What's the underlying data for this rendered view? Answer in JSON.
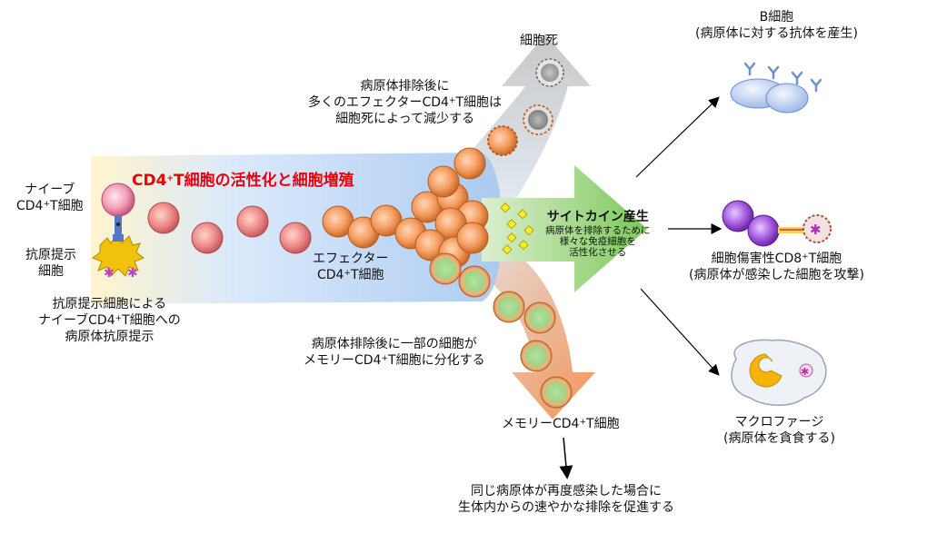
{
  "title": {
    "pre": "CD4",
    "sup": "+",
    "post": "T細胞の活性化と細胞増殖"
  },
  "naive": {
    "line1": "ナイーブ",
    "pre": "CD4",
    "sup": "+",
    "post": "T細胞"
  },
  "apc": {
    "line1": "抗原提示",
    "line2": "細胞"
  },
  "apc_note": {
    "line1": "抗原提示細胞による",
    "line2_pre": "ナイーブCD4",
    "sup": "+",
    "line2_post": "T細胞への",
    "line3": "病原体抗原提示"
  },
  "death_label": "細胞死",
  "death_note": {
    "line1": "病原体排除後に",
    "line2_pre": "多くのエフェクターCD4",
    "sup": "+",
    "line2_post": "T細胞は",
    "line3": "細胞死によって減少する"
  },
  "effector": {
    "line1": "エフェクター",
    "pre": "CD4",
    "sup": "+",
    "post": "T細胞"
  },
  "memory_note": {
    "line1": "病原体排除後に一部の細胞が",
    "line2_pre": "メモリーCD4",
    "sup": "+",
    "line2_post": "T細胞に分化する"
  },
  "memory_label": {
    "pre": "メモリーCD4",
    "sup": "+",
    "post": "T細胞"
  },
  "memory_outcome": {
    "line1": "同じ病原体が再度感染した場合に",
    "line2": "生体内からの速やかな排除を促進する"
  },
  "cytokine": {
    "title": "サイトカイン産生",
    "line1": "病原体を排除するために",
    "line2": "様々な免疫細胞を",
    "line3": "活性化させる"
  },
  "bcell": {
    "line1": "B細胞",
    "line2": "(病原体に対する抗体を産生)"
  },
  "cd8": {
    "pre": "細胞傷害性CD8",
    "sup": "+",
    "post": "T細胞",
    "line2": "(病原体が感染した細胞を攻撃)"
  },
  "macrophage": {
    "line1": "マクロファージ",
    "line2": "(病原体を貪食する)"
  },
  "colors": {
    "title_red": "#e8000b",
    "effector_orange": "#f39a5a",
    "memory_green": "#8ccf7a",
    "cytokine_green": "#8ecf6b",
    "death_gray": "#cfcfcf"
  }
}
